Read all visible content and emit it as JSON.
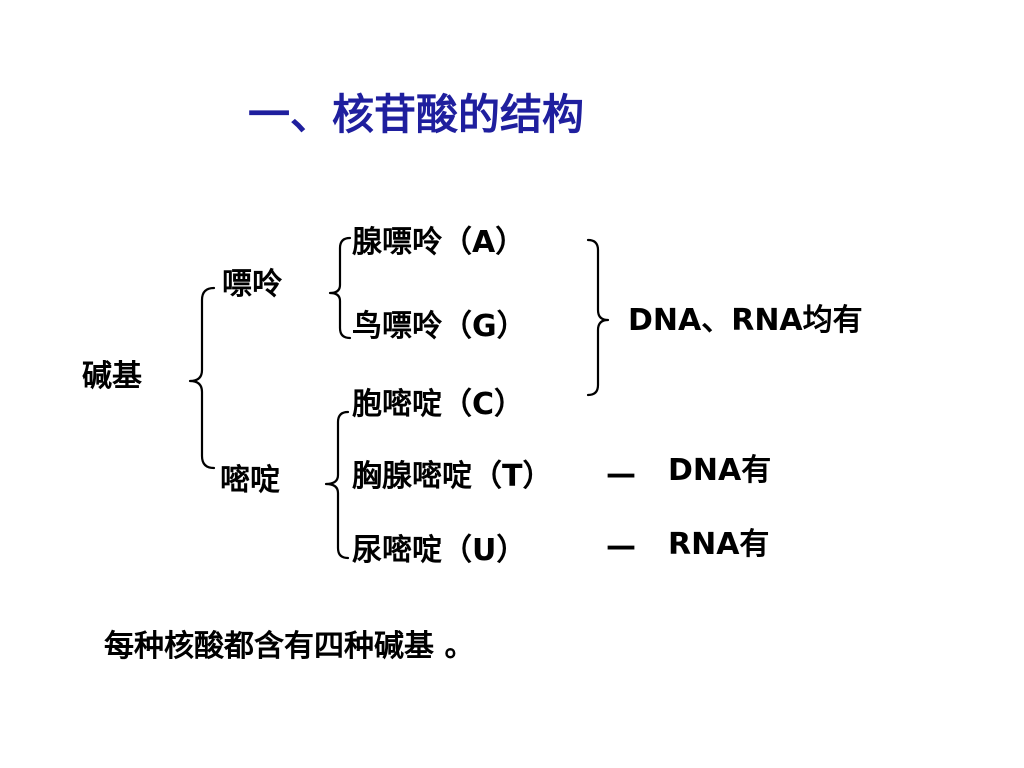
{
  "title": "一、核苷酸的结构",
  "root": {
    "label": "碱基"
  },
  "purine": {
    "label": "嘌呤",
    "bases": [
      "腺嘌呤（A）",
      "鸟嘌呤（G）"
    ]
  },
  "pyrimidine": {
    "label": "嘧啶",
    "bases": [
      "胞嘧啶（C）",
      "胸腺嘧啶（T）",
      "尿嘧啶（U）"
    ]
  },
  "annotations": {
    "common": "DNA、RNA均有",
    "dash_t": "—",
    "dna_only": "DNA有",
    "dash_u": "—",
    "rna_only": "RNA有"
  },
  "footnote": "每种核酸都含有四种碱基 。",
  "colors": {
    "title": "#1f1f9e",
    "text": "#000000",
    "background": "#ffffff"
  }
}
